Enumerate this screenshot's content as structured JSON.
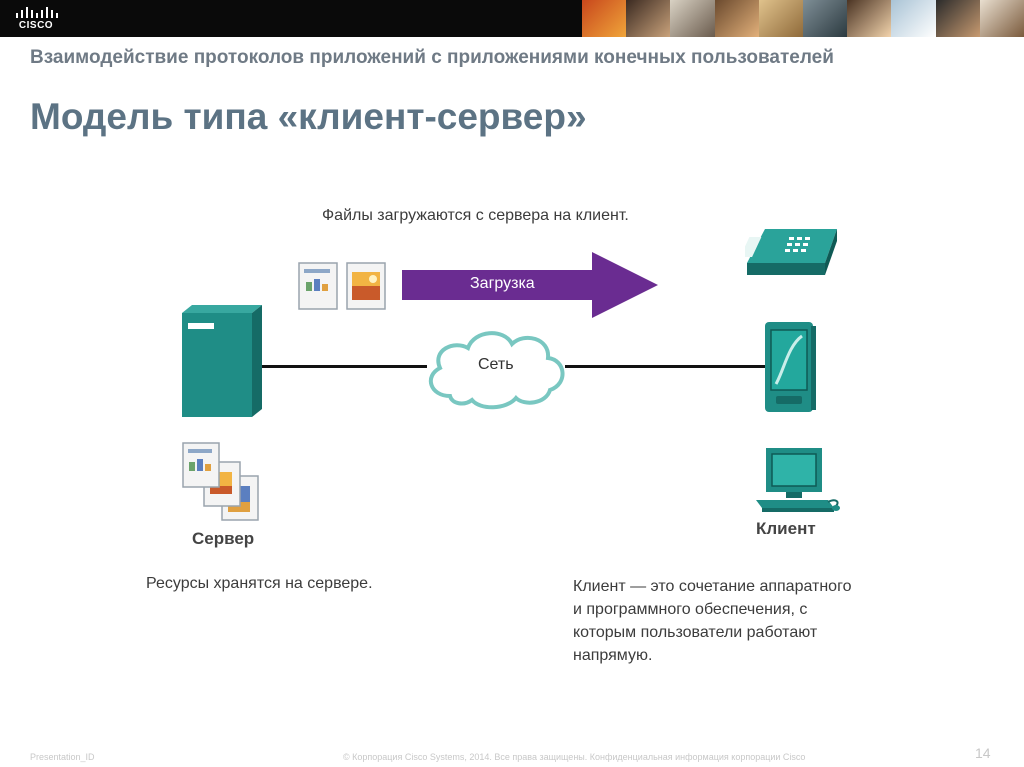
{
  "header": {
    "logo_text": "CISCO"
  },
  "slide": {
    "subtitle": "Взаимодействие протоколов приложений с приложениями конечных пользователей",
    "title": "Модель типа «клиент-сервер»"
  },
  "diagram": {
    "caption_top": "Файлы загружаются с сервера на клиент.",
    "arrow_label": "Загрузка",
    "cloud_label": "Сеть",
    "server_label": "Сервер",
    "client_label": "Клиент",
    "server_description": "Ресурсы хранятся на сервере.",
    "client_description": "Клиент — это сочетание аппаратного и программного обеспечения, с которым пользователи работают напрямую.",
    "colors": {
      "teal": "#1f8d86",
      "teal_dark": "#156b66",
      "arrow_purple": "#6a2c91",
      "cloud_outline": "#79c7c1"
    }
  },
  "footer": {
    "presentation_id": "Presentation_ID",
    "copyright": "© Корпорация Cisco Systems, 2014. Все права защищены.   Конфиденциальная информация корпорации Cisco",
    "page_number": "14"
  }
}
